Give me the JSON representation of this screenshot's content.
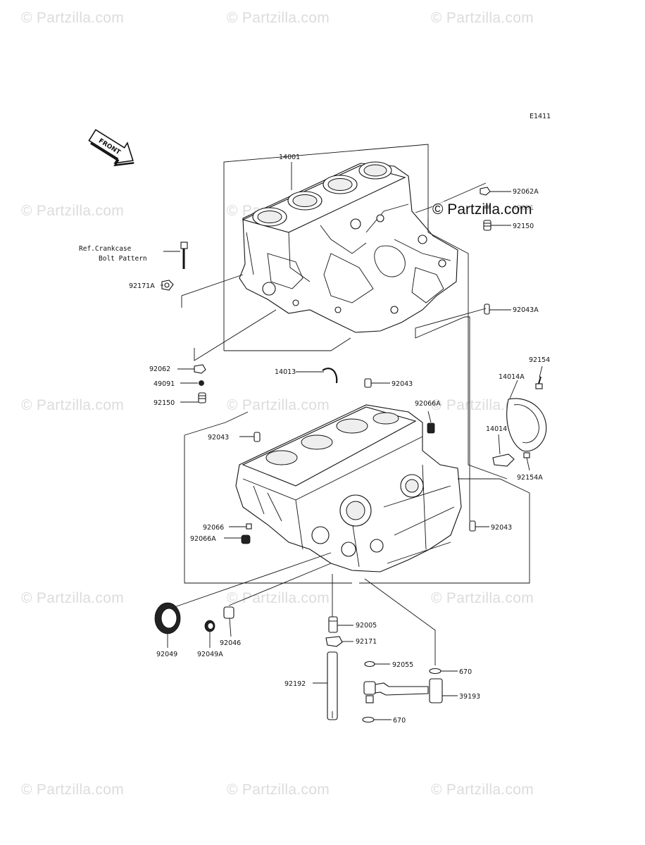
{
  "diagram": {
    "code": "E1411",
    "front_label": "FRONT",
    "reference_note": [
      "Ref.Crankcase",
      "Bolt Pattern"
    ],
    "callouts": {
      "c14001": "14001",
      "c92062A": "92062A",
      "c49091_top": "49091",
      "c92150_top": "92150",
      "c92171A": "92171A",
      "c92043A": "92043A",
      "c92062": "92062",
      "c49091": "49091",
      "c92150": "92150",
      "c14013": "14013",
      "c92043_top": "92043",
      "c92066A_top": "92066A",
      "c14014A": "14014A",
      "c92154": "92154",
      "c92043_left": "92043",
      "c14014": "14014",
      "c92154A": "92154A",
      "c92066": "92066",
      "c92066A": "92066A",
      "c92043_right": "92043",
      "c92049": "92049",
      "c92049A": "92049A",
      "c92046": "92046",
      "c92005": "92005",
      "c92171": "92171",
      "c92055": "92055",
      "c670_top": "670",
      "c92192": "92192",
      "c39193": "39193",
      "c670_bottom": "670"
    }
  },
  "watermark": {
    "text": "© Partzilla.com",
    "color": "#dcdcdc"
  },
  "credit": "© Partzilla.com"
}
